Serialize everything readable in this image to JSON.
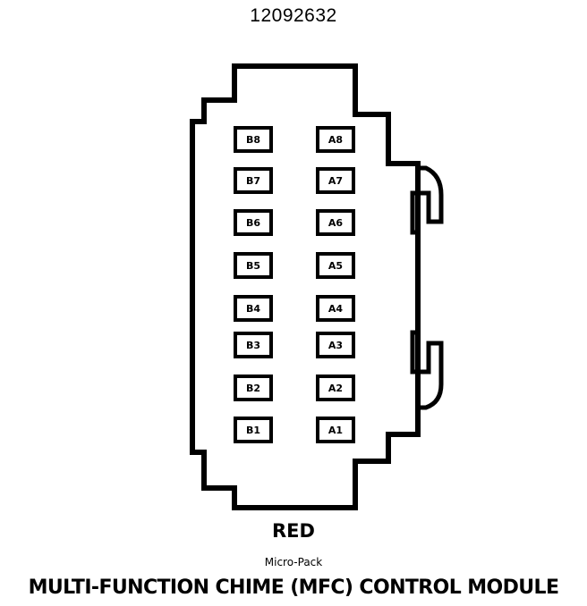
{
  "connector": {
    "part_number": "12092632",
    "color": "RED",
    "type": "Micro-Pack",
    "title": "MULTI-FUNCTION CHIME (MFC) CONTROL MODULE",
    "outline_color": "#000000",
    "pins_b": [
      "B8",
      "B7",
      "B6",
      "B5",
      "B4",
      "B3",
      "B2",
      "B1"
    ],
    "pins_a": [
      "A8",
      "A7",
      "A6",
      "A5",
      "A4",
      "A3",
      "A2",
      "A1"
    ]
  }
}
